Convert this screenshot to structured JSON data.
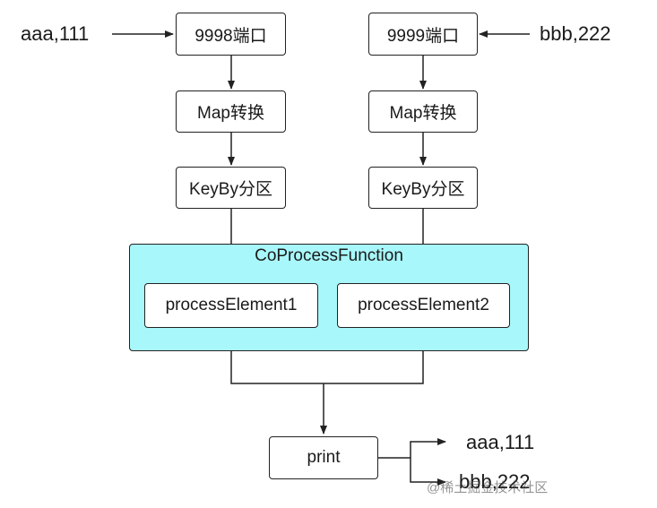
{
  "diagram": {
    "inputs": {
      "left": "aaa,111",
      "right": "bbb,222"
    },
    "left_pipeline": {
      "source": "9998端口",
      "map": "Map转换",
      "keyby": "KeyBy分区"
    },
    "right_pipeline": {
      "source": "9999端口",
      "map": "Map转换",
      "keyby": "KeyBy分区"
    },
    "coprocess": {
      "title": "CoProcessFunction",
      "element1": "processElement1",
      "element2": "processElement2"
    },
    "sink": "print",
    "outputs": [
      "aaa,111",
      "bbb,222"
    ],
    "fill_color": "#a8f7fa",
    "watermark": "@稀土掘金技术社区"
  }
}
